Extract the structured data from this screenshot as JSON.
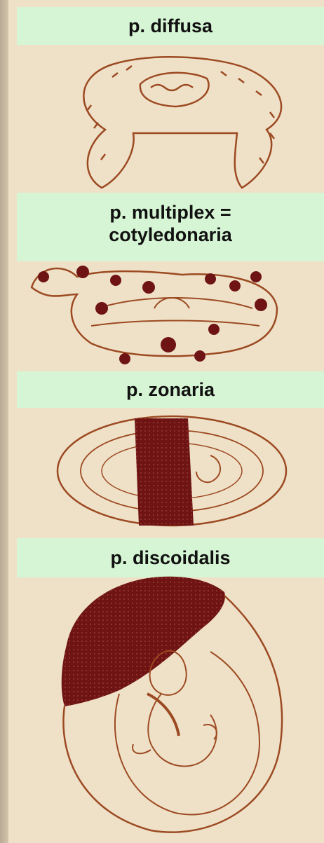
{
  "panels": [
    {
      "id": "diffusa",
      "label": "p.  diffusa"
    },
    {
      "id": "multiplex",
      "label_line1": "p.  multiplex =",
      "label_line2": "cotyledonaria"
    },
    {
      "id": "zonaria",
      "label": "p.  zonaria"
    },
    {
      "id": "discoidalis",
      "label": "p.  discoidalis"
    }
  ],
  "colors": {
    "line": "#9c4a22",
    "placenta_dark": "#6e1414",
    "label_bg": "#d6f5d4",
    "paper": "#efe1c8"
  }
}
